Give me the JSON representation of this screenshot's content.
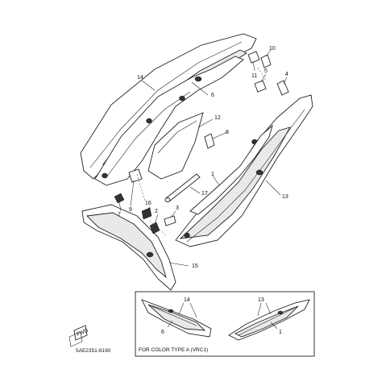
{
  "callouts": {
    "c1": "1",
    "c2": "2",
    "c3": "3",
    "c4": "4",
    "c5": "5",
    "c6": "6",
    "c7": "7",
    "c8": "8",
    "c9": "9",
    "c10": "10",
    "c11": "11",
    "c12": "12",
    "c13": "13",
    "c14": "14",
    "c15": "15",
    "c16": "16",
    "c17": "17"
  },
  "inset": {
    "caption": "FOR COLOR TYPE A (VRC1)",
    "labels": {
      "l14": "14",
      "l6": "6",
      "l13": "13",
      "l1": "1"
    }
  },
  "front_icon_text": "FWD",
  "diagram_code": "5AE2351-8190"
}
